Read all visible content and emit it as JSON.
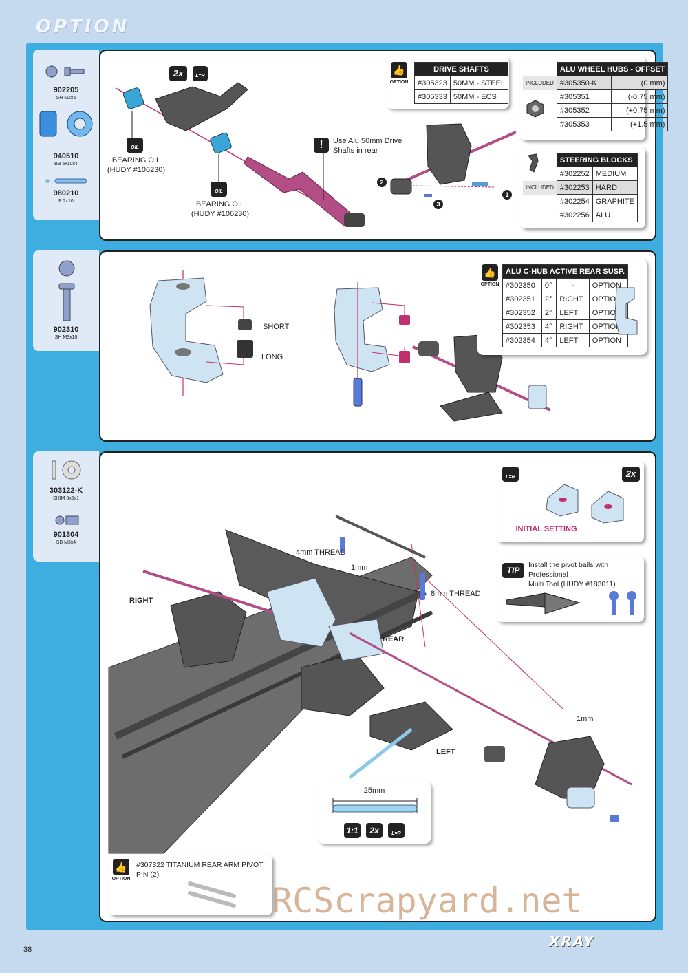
{
  "header": {
    "title": "OPTION"
  },
  "step1": {
    "parts": [
      {
        "number": "902205",
        "desc": "SH M2x5"
      },
      {
        "number": "940510",
        "desc": "BB 5x10x4"
      },
      {
        "number": "980210",
        "desc": "P 2x10"
      }
    ],
    "badge_2x": "2x",
    "badge_lr": "L=R",
    "oil_left": "OIL",
    "oil_right": "OIL",
    "bearing_oil_left": "BEARING OIL",
    "hudy_left": "(HUDY #106230)",
    "bearing_oil_right": "BEARING OIL",
    "hudy_right": "(HUDY #106230)",
    "note_line1": "Use Alu 50mm Drive",
    "note_line2": "Shafts in rear",
    "callouts": [
      "1",
      "2",
      "3"
    ],
    "drive_shafts": {
      "option_label": "OPTION",
      "title": "DRIVE SHAFTS",
      "rows": [
        [
          "#305323",
          "50MM - STEEL"
        ],
        [
          "#305333",
          "50MM - ECS"
        ]
      ]
    },
    "wheel_hubs": {
      "title": "ALU WHEEL HUBS - OFFSET",
      "included": "INCLUDED",
      "rows": [
        [
          "#305350-K",
          "(0 mm)"
        ],
        [
          "#305351",
          "(-0.75 mm)"
        ],
        [
          "#305352",
          "(+0.75 mm)"
        ],
        [
          "#305353",
          "(+1.5 mm)"
        ]
      ]
    },
    "steering_blocks": {
      "title": "STEERING BLOCKS",
      "included": "INCLUDED",
      "rows": [
        [
          "#302252",
          "MEDIUM"
        ],
        [
          "#302253",
          "HARD"
        ],
        [
          "#302254",
          "GRAPHITE"
        ],
        [
          "#302256",
          "ALU"
        ]
      ]
    }
  },
  "step2": {
    "parts": [
      {
        "number": "902310",
        "desc": "SH M3x10"
      }
    ],
    "short": "SHORT",
    "long": "LONG",
    "c_hub": {
      "option_label": "OPTION",
      "title": "ALU C-HUB ACTIVE REAR SUSP.",
      "rows": [
        [
          "#302350",
          "0°",
          "-",
          "OPTION"
        ],
        [
          "#302351",
          "2°",
          "RIGHT",
          "OPTION"
        ],
        [
          "#302352",
          "2°",
          "LEFT",
          "OPTION"
        ],
        [
          "#302353",
          "4°",
          "RIGHT",
          "OPTION"
        ],
        [
          "#302354",
          "4°",
          "LEFT",
          "OPTION"
        ]
      ]
    }
  },
  "step3": {
    "parts": [
      {
        "number": "303122-K",
        "desc": "SHIM 3x6x1"
      },
      {
        "number": "901304",
        "desc": "SB M3x4"
      }
    ],
    "thread_4mm": "4mm THREAD",
    "shim_1mm_a": "1mm",
    "thread_8mm": "8mm THREAD",
    "shim_1mm_b": "1mm",
    "right": "RIGHT",
    "rear": "REAR",
    "left": "LEFT",
    "pin_length": "25mm",
    "scale": "1:1",
    "count": "2x",
    "lr": "L=R",
    "initial": {
      "lr": "L=R",
      "count": "2x",
      "label": "INITIAL SETTING"
    },
    "tip": {
      "badge": "TIP",
      "line1": "Install the pivot balls with Professional",
      "line2": "Multi Tool (HUDY #183011)"
    },
    "option_pin": {
      "option_label": "OPTION",
      "text": "#307322 TITANIUM REAR ARM PIVOT PIN (2)"
    }
  },
  "footer": {
    "page": "38",
    "brand": "XRAY",
    "watermark": "RCScrapyard.net"
  },
  "colors": {
    "frame": "#3eaee0",
    "page": "#c5d9ef",
    "accent": "#c0306e",
    "part_blue": "#4f8fd8"
  }
}
